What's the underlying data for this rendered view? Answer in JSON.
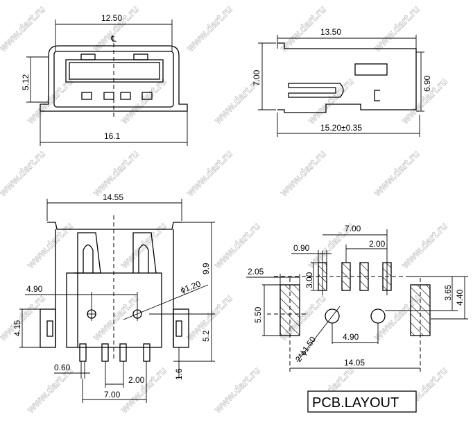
{
  "watermark": "www.dart.ru",
  "front_view": {
    "width_top": "12.50",
    "height": "5.12",
    "width_bottom": "16.1",
    "centerline": "℄"
  },
  "side_view": {
    "length": "13.50",
    "height_left": "7.00",
    "height_right": "6.90",
    "total_length": "15.20±0.35"
  },
  "bottom_view": {
    "width": "14.55",
    "hole_spacing": "4.90",
    "hole_dia": "ϕ1.20",
    "height_total": "9.9",
    "height_lower": "5.2",
    "tab_height": "4.15",
    "pin_width": "0.60",
    "pin_pitch": "2.00",
    "pin_span": "7.00",
    "pin_length": "1.6"
  },
  "pcb_layout": {
    "title": "PCB.LAYOUT",
    "pin_span": "7.00",
    "pin_pitch": "2.00",
    "pad_width": "0.90",
    "pad_length": "3.00",
    "tab_pad_width": "2.05",
    "tab_pad_length": "5.50",
    "hole_offset": "3.65",
    "tab_offset": "4.40",
    "hole_dia": "2*ϕ1.50",
    "hole_spacing": "4.90",
    "tab_span": "14.05"
  }
}
